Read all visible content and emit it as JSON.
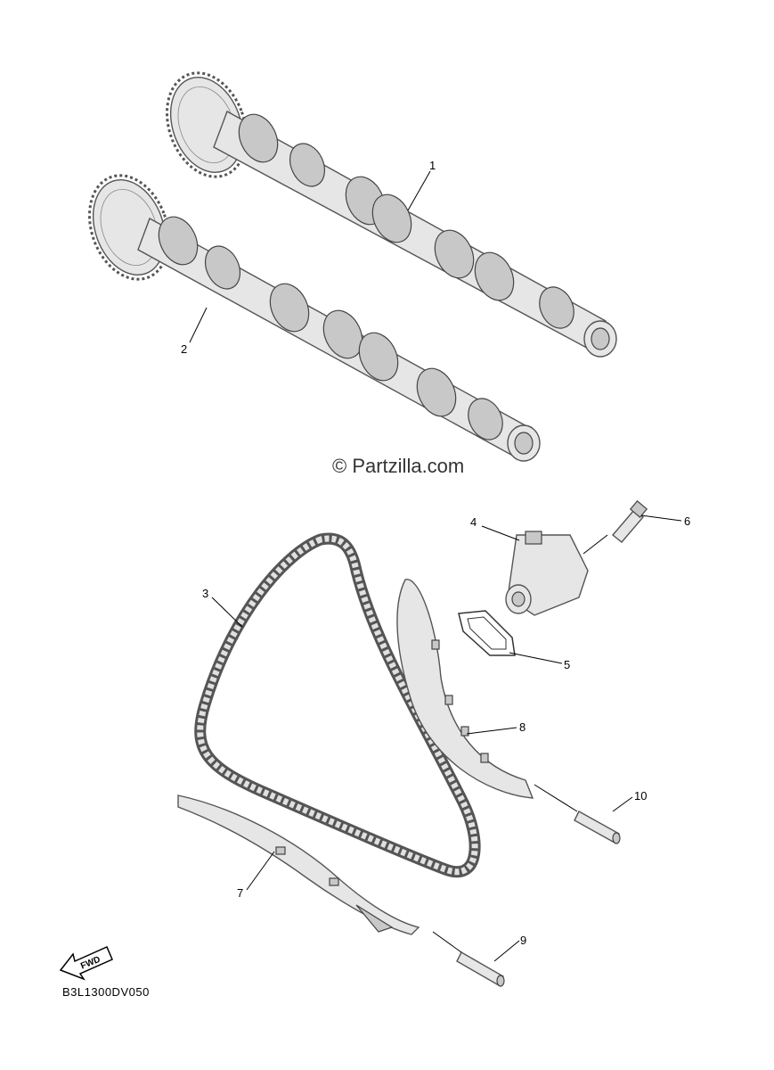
{
  "watermark": "© Partzilla.com",
  "diagram_code": "B3L1300DV050",
  "fwd_label": "FWD",
  "callouts": [
    {
      "id": "1",
      "text": "1"
    },
    {
      "id": "2",
      "text": "2"
    },
    {
      "id": "3",
      "text": "3"
    },
    {
      "id": "4",
      "text": "4"
    },
    {
      "id": "5",
      "text": "5"
    },
    {
      "id": "6",
      "text": "6"
    },
    {
      "id": "7",
      "text": "7"
    },
    {
      "id": "8",
      "text": "8"
    },
    {
      "id": "9",
      "text": "9"
    },
    {
      "id": "10",
      "text": "10"
    }
  ]
}
